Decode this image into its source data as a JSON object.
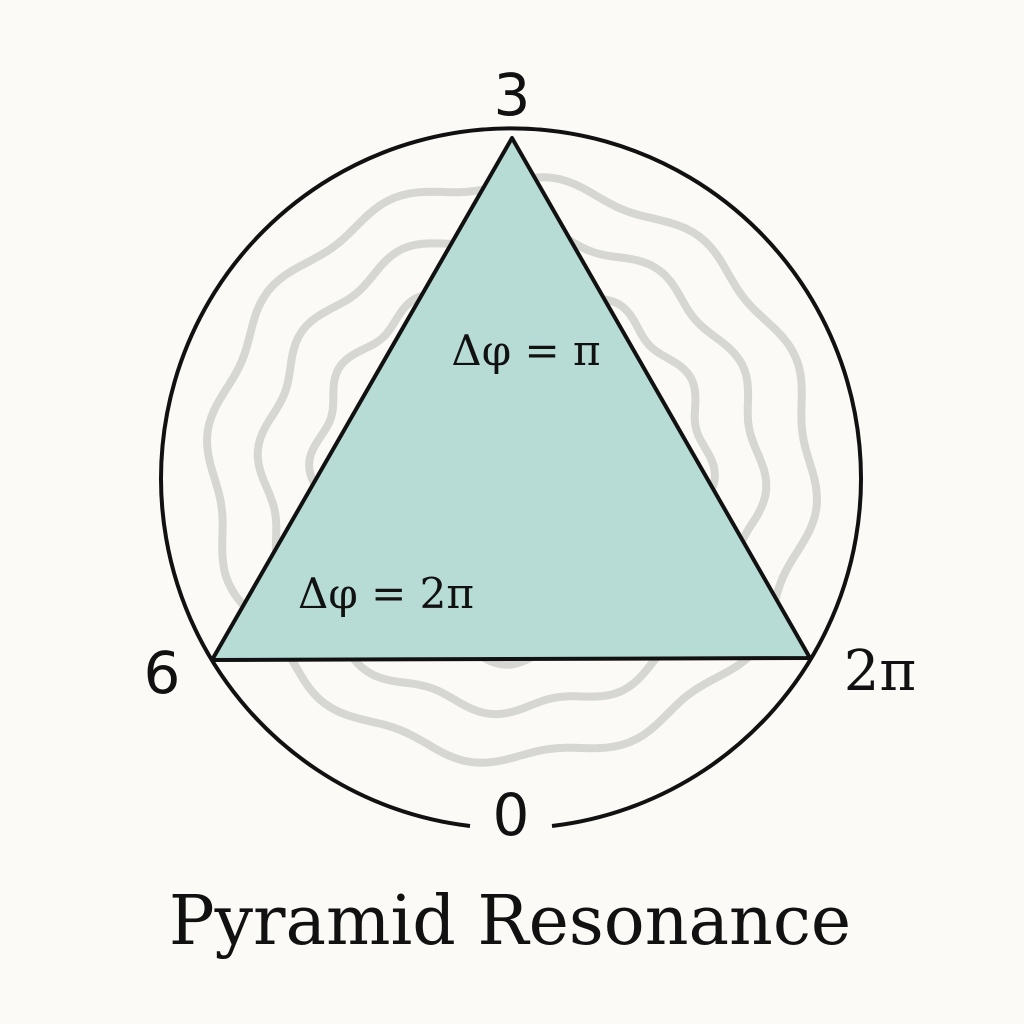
{
  "title": "Pyramid Resonance",
  "vertex_labels": {
    "top": "3",
    "left": "6",
    "right": "2π",
    "bottom": "0"
  },
  "annotations": {
    "upper": "Δφ = π",
    "lower": "Δφ = 2π"
  },
  "colors": {
    "background": "#fbfaf6",
    "triangle_fill": "#b7dcd6",
    "ripple": "#d6d6d2",
    "ink": "#111111"
  }
}
